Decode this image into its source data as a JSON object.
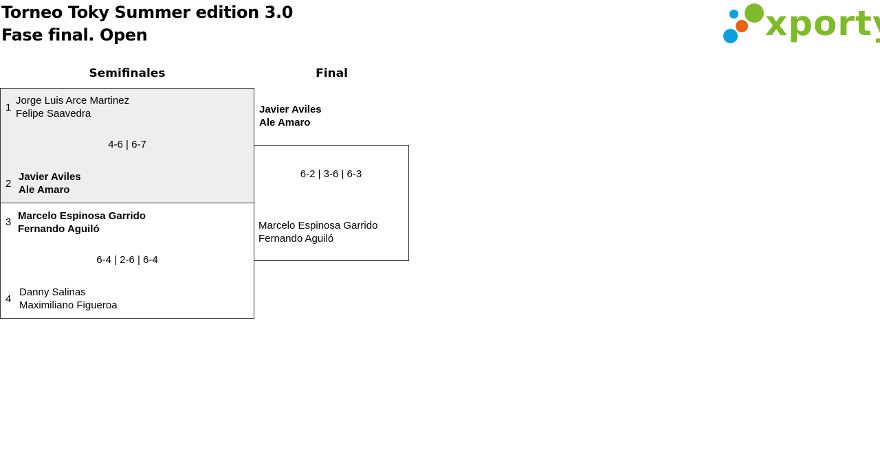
{
  "header": {
    "title_line1": "Torneo Toky Summer edition 3.0",
    "title_line2": "Fase final. Open"
  },
  "logo": {
    "text": "xporty",
    "colors": {
      "green": "#7fba2a",
      "blue": "#0aa0e2",
      "orange": "#e8620f"
    }
  },
  "rounds": {
    "semis_label": "Semifinales",
    "final_label": "Final"
  },
  "semis": [
    {
      "score": "4-6 | 6-7",
      "top": {
        "seed": "1",
        "player1": "Jorge Luis Arce Martinez",
        "player2": "Felipe Saavedra",
        "winner": false
      },
      "bottom": {
        "seed": "2",
        "player1": "Javier Aviles",
        "player2": "Ale Amaro",
        "winner": true
      }
    },
    {
      "score": "6-4 | 2-6 | 6-4",
      "top": {
        "seed": "3",
        "player1": "Marcelo Espinosa Garrido",
        "player2": "Fernando Aguiló",
        "winner": true
      },
      "bottom": {
        "seed": "4",
        "player1": "Danny Salinas",
        "player2": "Maximiliano Figueroa",
        "winner": false
      }
    }
  ],
  "final": {
    "score": "6-2 | 3-6 | 6-3",
    "top": {
      "player1": "Javier Aviles",
      "player2": "Ale Amaro",
      "winner": true
    },
    "bottom": {
      "player1": "Marcelo Espinosa Garrido",
      "player2": "Fernando Aguiló",
      "winner": false
    }
  }
}
